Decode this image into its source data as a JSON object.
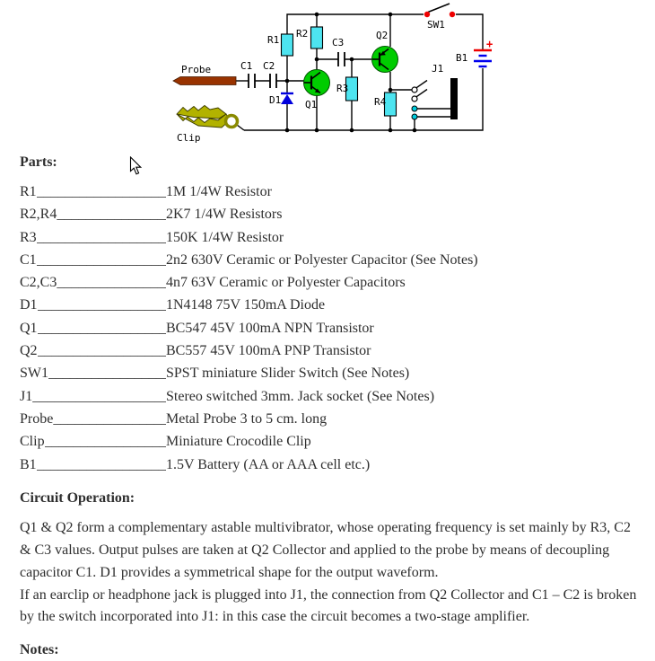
{
  "circuit": {
    "labels": {
      "probe": "Probe",
      "clip": "Clip",
      "r1": "R1",
      "r2": "R2",
      "r3": "R3",
      "r4": "R4",
      "c1": "C1",
      "c2": "C2",
      "c3": "C3",
      "d1": "D1",
      "q1": "Q1",
      "q2": "Q2",
      "sw1": "SW1",
      "j1": "J1",
      "b1": "B1",
      "plus": "+"
    },
    "colors": {
      "wire": "#000000",
      "resistor": "#4DE4F0",
      "transistor": "#00CC00",
      "diode": "#0000DD",
      "probe": "#993300",
      "clip": "#B2B200",
      "switch_dot": "#EE0000",
      "battery_pos": "#EE0000",
      "battery_neg": "#0000EE",
      "jack_contact": "#00CCDD"
    }
  },
  "parts": {
    "heading": "Parts:",
    "leader": "______________________________________________",
    "items": [
      {
        "name": "R1",
        "desc": "1M 1/4W Resistor"
      },
      {
        "name": "R2,R4",
        "desc": "2K7 1/4W Resistors"
      },
      {
        "name": "R3",
        "desc": "150K 1/4W Resistor"
      },
      {
        "name": "C1",
        "desc": "2n2 630V Ceramic or Polyester Capacitor (See Notes)"
      },
      {
        "name": "C2,C3",
        "desc": "4n7 63V Ceramic or Polyester Capacitors"
      },
      {
        "name": "D1",
        "desc": "1N4148 75V 150mA Diode"
      },
      {
        "name": "Q1",
        "desc": "BC547 45V 100mA NPN Transistor"
      },
      {
        "name": "Q2",
        "desc": "BC557 45V 100mA PNP Transistor"
      },
      {
        "name": "SW1",
        "desc": "SPST miniature Slider Switch (See Notes)"
      },
      {
        "name": "J1",
        "desc": "Stereo switched 3mm. Jack socket (See Notes)"
      },
      {
        "name": "Probe",
        "desc": "Metal Probe 3 to 5 cm. long"
      },
      {
        "name": "Clip",
        "desc": "Miniature Crocodile Clip"
      },
      {
        "name": "B1",
        "desc": "1.5V Battery (AA or AAA cell etc.)"
      }
    ]
  },
  "operation": {
    "heading": "Circuit Operation:",
    "paragraphs": [
      "Q1 & Q2 form a complementary astable multivibrator, whose operating frequency is set mainly by R3, C2 & C3 values. Output pulses are taken at Q2 Collector and applied to the probe by means of decoupling capacitor C1. D1 provides a symmetrical shape for the output waveform.",
      "If an earclip or headphone jack is plugged into J1, the connection from Q2 Collector and C1 – C2 is broken by the switch incorporated into J1: in this case the circuit becomes a two-stage amplifier."
    ]
  },
  "notes_heading": "Notes:"
}
